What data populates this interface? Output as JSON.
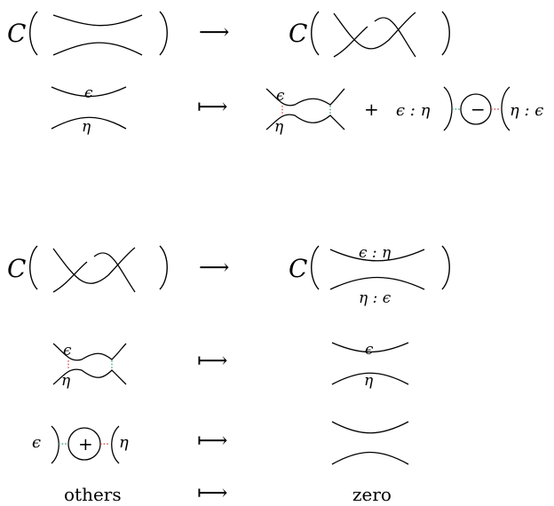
{
  "functor": "C",
  "arrow": "⟶",
  "mapsto": "⟼",
  "labels": {
    "eps": "ϵ",
    "eta": "η",
    "eps_colon_eta": "ϵ : η",
    "eta_colon_eps": "η : ϵ",
    "plus_sign": "+",
    "circle_minus": "−",
    "circle_plus": "+"
  },
  "bottom_row": {
    "left": "others",
    "right": "zero"
  },
  "colors": {
    "ink": "#000000",
    "dot_green": "#2e9a6a",
    "dot_red": "#d83a3a"
  }
}
